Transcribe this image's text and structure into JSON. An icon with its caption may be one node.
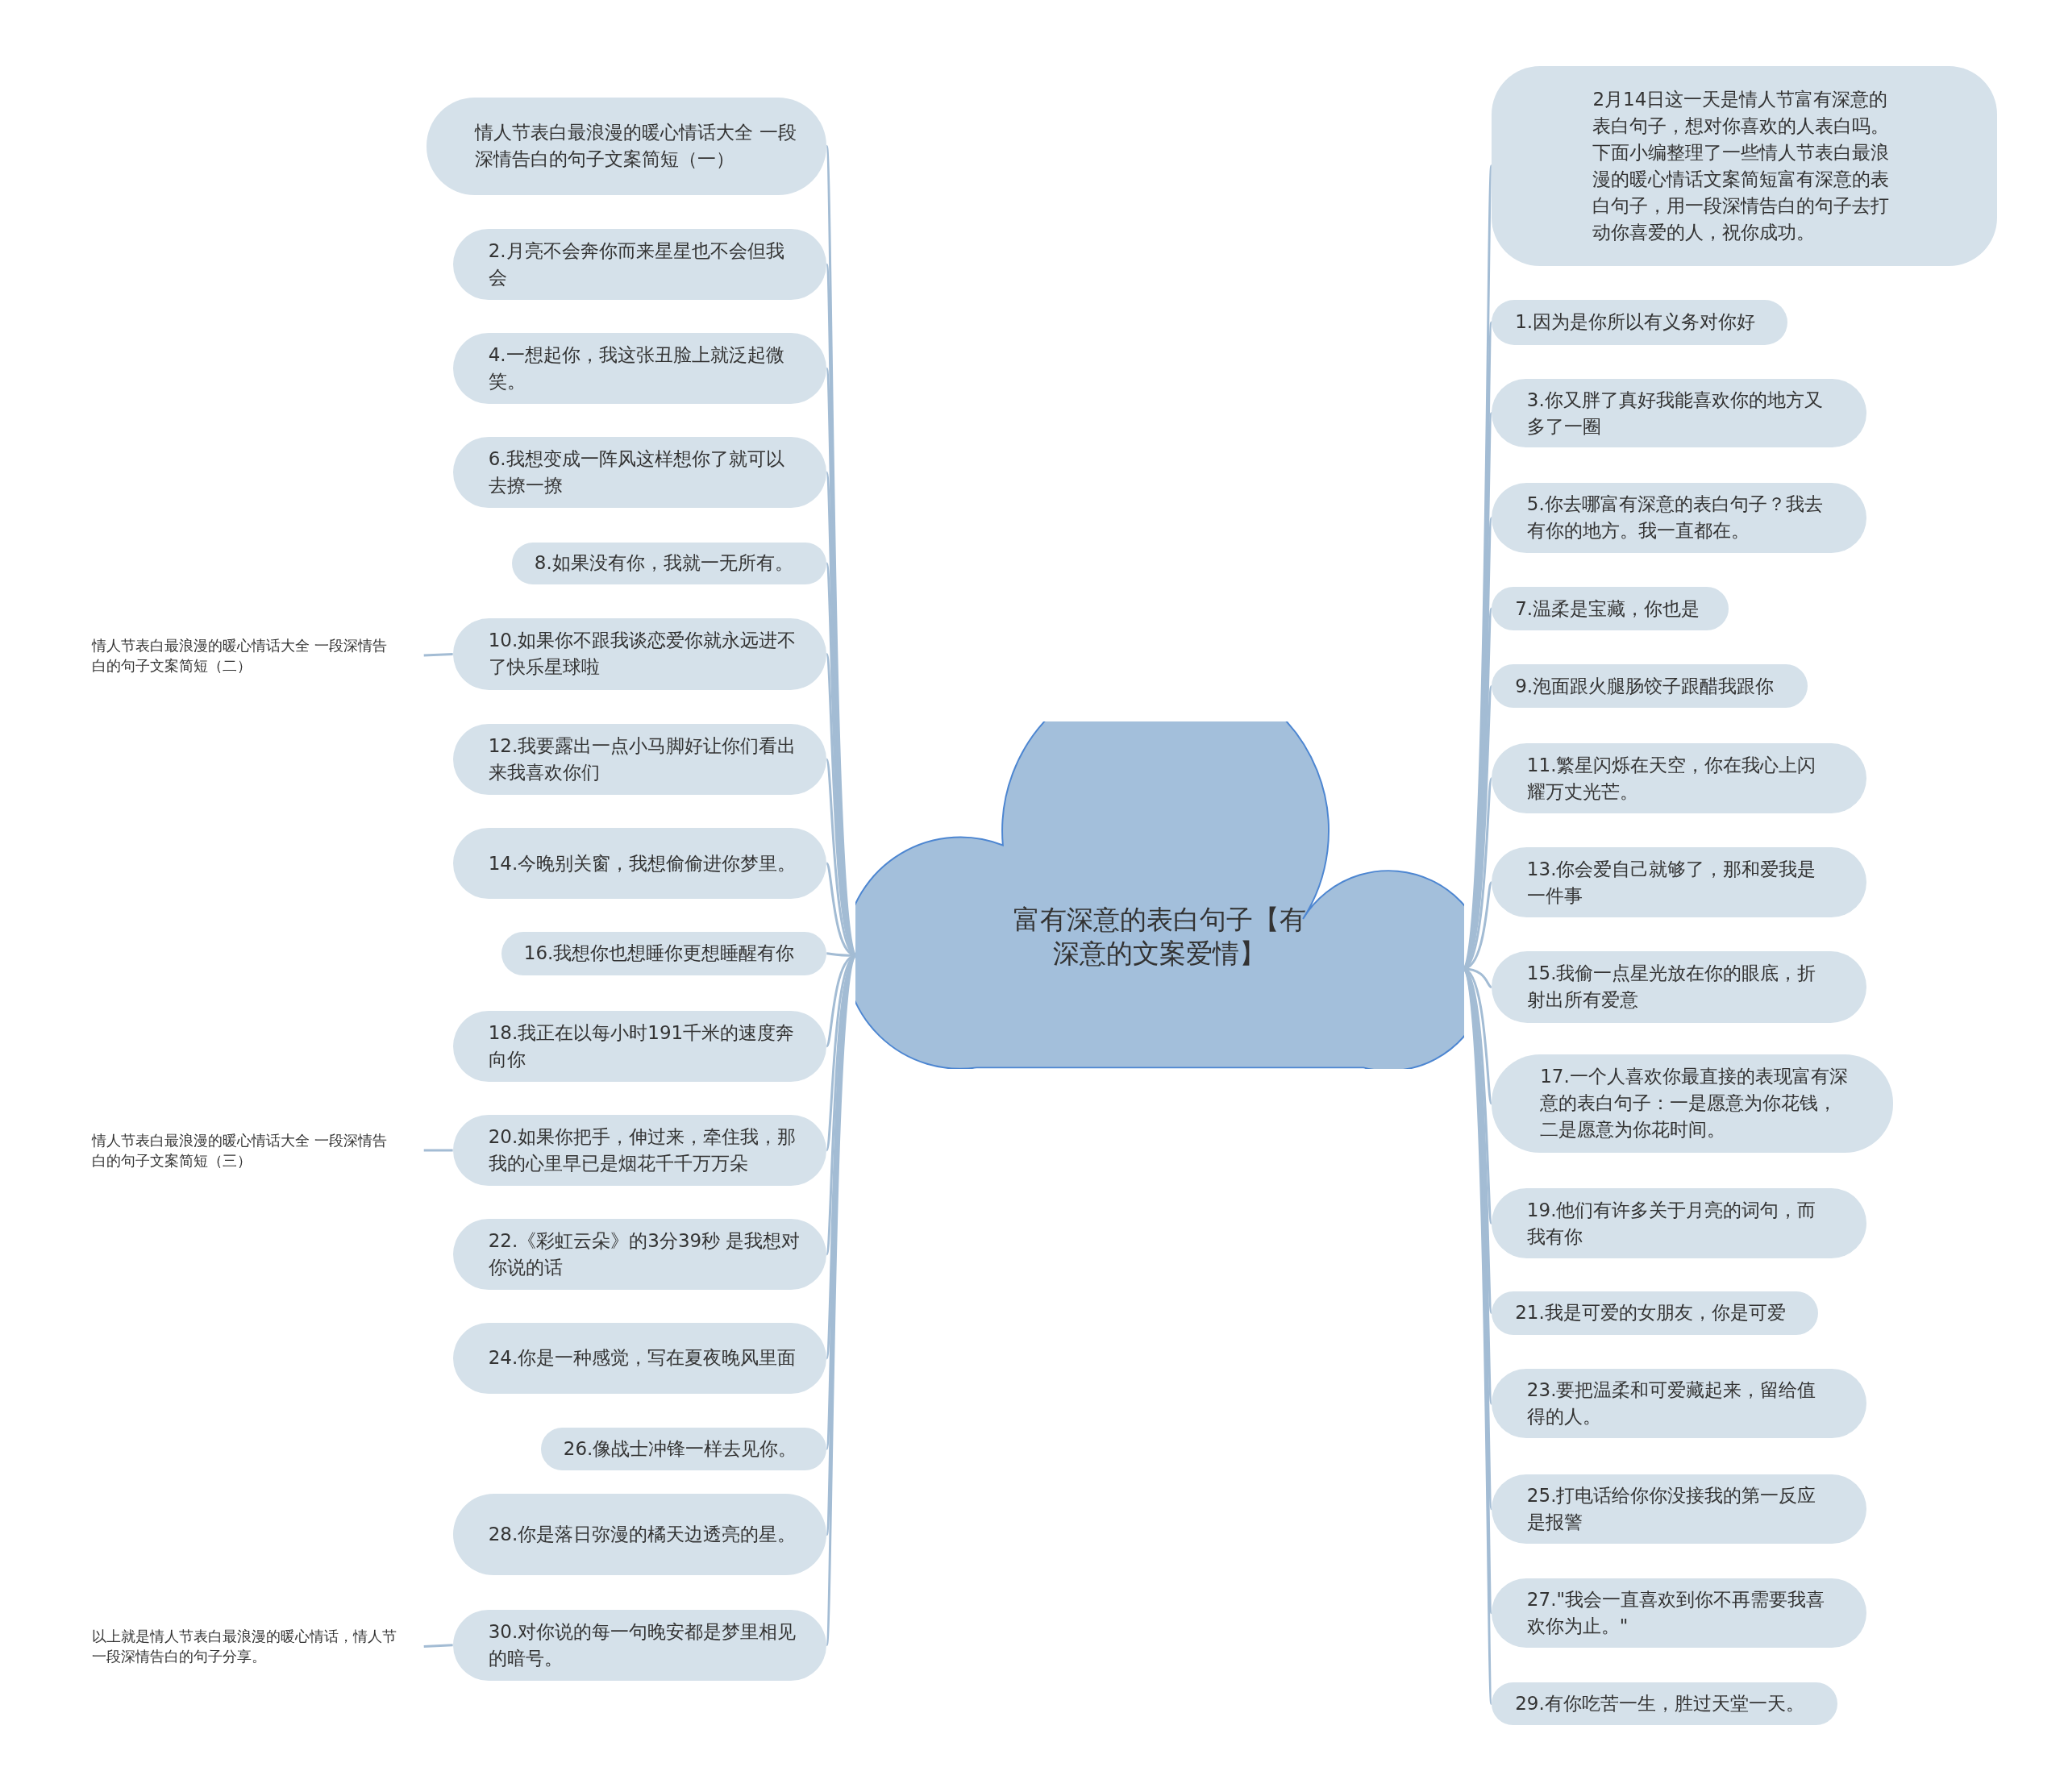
{
  "diagram": {
    "nodes": [
      {
        "text": [
          "富有深意的表白句子【有深意的文案爱情】"
        ]
      },
      {
        "text": [
          "情人节表白最浪漫的暖心情话大全 一段深情告白的句子文案简短（一）"
        ]
      },
      {
        "text": [
          "2.月亮不会奔你而来星星也不会但我会"
        ]
      },
      {
        "text": [
          "4.一想起你，我这张丑脸上就泛起微笑。"
        ]
      },
      {
        "text": [
          "6.我想变成一阵风这样想你了就可以去撩一撩"
        ]
      },
      {
        "text": [
          "8.如果没有你，我就一无所有。"
        ]
      },
      {
        "text": [
          "10.如果你不跟我谈恋爱你就永远进不了快乐星球啦"
        ]
      },
      {
        "text": [
          "12.我要露出一点小马脚好让你们看出来我喜欢你们"
        ]
      },
      {
        "text": [
          "14.今晚别关窗，我想偷偷进你梦里。"
        ]
      },
      {
        "text": [
          "16.我想你也想睡你更想睡醒有你"
        ]
      },
      {
        "text": [
          "18.我正在以每小时191千米的速度奔向你"
        ]
      },
      {
        "text": [
          "20.如果你把手，伸过来，牵住我，那我的心里早已是烟花千千万万朵"
        ]
      },
      {
        "text": [
          "22.《彩虹云朵》的3分39秒 是我想对你说的话"
        ]
      },
      {
        "text": [
          "24.你是一种感觉，写在夏夜晚风里面"
        ]
      },
      {
        "text": [
          "26.像战士冲锋一样去见你。"
        ]
      },
      {
        "text": [
          "28.你是落日弥漫的橘天边透亮的星。"
        ]
      },
      {
        "text": [
          "30.对你说的每一句晚安都是梦里相见的暗号。"
        ]
      },
      {
        "text": [
          "情人节表白最浪漫的暖心情话大全 一段深情告白的句子文案简短（二）"
        ]
      },
      {
        "text": [
          "情人节表白最浪漫的暖心情话大全 一段深情告白的句子文案简短（三）"
        ]
      },
      {
        "text": [
          "以上就是情人节表白最浪漫的暖心情话，情人节一段深情告白的句子分享。"
        ]
      },
      {
        "text": [
          "2月14日这一天是情人节富有深意的表白句子，想对你喜欢的人表白吗。下面小编整理了一些情人节表白最浪漫的暖心情话文案简短富有深意的表白句子，用一段深情告白的句子去打动你喜爱的人，祝你成功。"
        ]
      },
      {
        "text": [
          "1.因为是你所以有义务对你好"
        ]
      },
      {
        "text": [
          "3.你又胖了真好我能喜欢你的地方又多了一圈"
        ]
      },
      {
        "text": [
          "5.你去哪富有深意的表白句子？我去有你的地方。我一直都在。"
        ]
      },
      {
        "text": [
          "7.温柔是宝藏，你也是"
        ]
      },
      {
        "text": [
          "9.泡面跟火腿肠饺子跟醋我跟你"
        ]
      },
      {
        "text": [
          "11.繁星闪烁在天空，你在我心上闪耀万丈光芒。"
        ]
      },
      {
        "text": [
          "13.你会爱自己就够了，那和爱我是一件事"
        ]
      },
      {
        "text": [
          "15.我偷一点星光放在你的眼底，折射出所有爱意"
        ]
      },
      {
        "text": [
          "17.一个人喜欢你最直接的表现富有深意的表白句子：一是愿意为你花钱，二是愿意为你花时间。"
        ]
      },
      {
        "text": [
          "19.他们有许多关于月亮的词句，而我有你"
        ]
      },
      {
        "text": [
          "21.我是可爱的女朋友，你是可爱"
        ]
      },
      {
        "text": [
          "23.要把温柔和可爱藏起来，留给值得的人。"
        ]
      },
      {
        "text": [
          "25.打电话给你你没接我的第一反应是报警"
        ]
      },
      {
        "text": [
          "27.\"我会一直喜欢到你不再需要我喜欢你为止。\""
        ]
      },
      {
        "text": [
          "29.有你吃苦一生，胜过天堂一天。"
        ]
      }
    ],
    "edges": [
      {
        "from": 0,
        "to": 1,
        "arrow": "none"
      },
      {
        "from": 0,
        "to": 2,
        "arrow": "none"
      },
      {
        "from": 0,
        "to": 3,
        "arrow": "none"
      },
      {
        "from": 0,
        "to": 4,
        "arrow": "none"
      },
      {
        "from": 0,
        "to": 5,
        "arrow": "none"
      },
      {
        "from": 0,
        "to": 6,
        "arrow": "none"
      },
      {
        "from": 0,
        "to": 7,
        "arrow": "none"
      },
      {
        "from": 0,
        "to": 8,
        "arrow": "none"
      },
      {
        "from": 0,
        "to": 9,
        "arrow": "none"
      },
      {
        "from": 0,
        "to": 10,
        "arrow": "none"
      },
      {
        "from": 0,
        "to": 11,
        "arrow": "none"
      },
      {
        "from": 0,
        "to": 12,
        "arrow": "none"
      },
      {
        "from": 0,
        "to": 13,
        "arrow": "none"
      },
      {
        "from": 0,
        "to": 14,
        "arrow": "none"
      },
      {
        "from": 0,
        "to": 15,
        "arrow": "none"
      },
      {
        "from": 0,
        "to": 16,
        "arrow": "none"
      },
      {
        "from": 17,
        "to": 6,
        "arrow": "none"
      },
      {
        "from": 18,
        "to": 11,
        "arrow": "none"
      },
      {
        "from": 19,
        "to": 16,
        "arrow": "none"
      },
      {
        "from": 0,
        "to": 20,
        "arrow": "none"
      },
      {
        "from": 0,
        "to": 21,
        "arrow": "none"
      },
      {
        "from": 0,
        "to": 22,
        "arrow": "none"
      },
      {
        "from": 0,
        "to": 23,
        "arrow": "none"
      },
      {
        "from": 0,
        "to": 24,
        "arrow": "none"
      },
      {
        "from": 0,
        "to": 25,
        "arrow": "none"
      },
      {
        "from": 0,
        "to": 26,
        "arrow": "none"
      },
      {
        "from": 0,
        "to": 27,
        "arrow": "none"
      },
      {
        "from": 0,
        "to": 28,
        "arrow": "none"
      },
      {
        "from": 0,
        "to": 29,
        "arrow": "none"
      },
      {
        "from": 0,
        "to": 30,
        "arrow": "none"
      },
      {
        "from": 0,
        "to": 31,
        "arrow": "none"
      },
      {
        "from": 0,
        "to": 32,
        "arrow": "none"
      },
      {
        "from": 0,
        "to": 33,
        "arrow": "none"
      },
      {
        "from": 0,
        "to": 34,
        "arrow": "none"
      },
      {
        "from": 0,
        "to": 35,
        "arrow": "none"
      }
    ]
  }
}
